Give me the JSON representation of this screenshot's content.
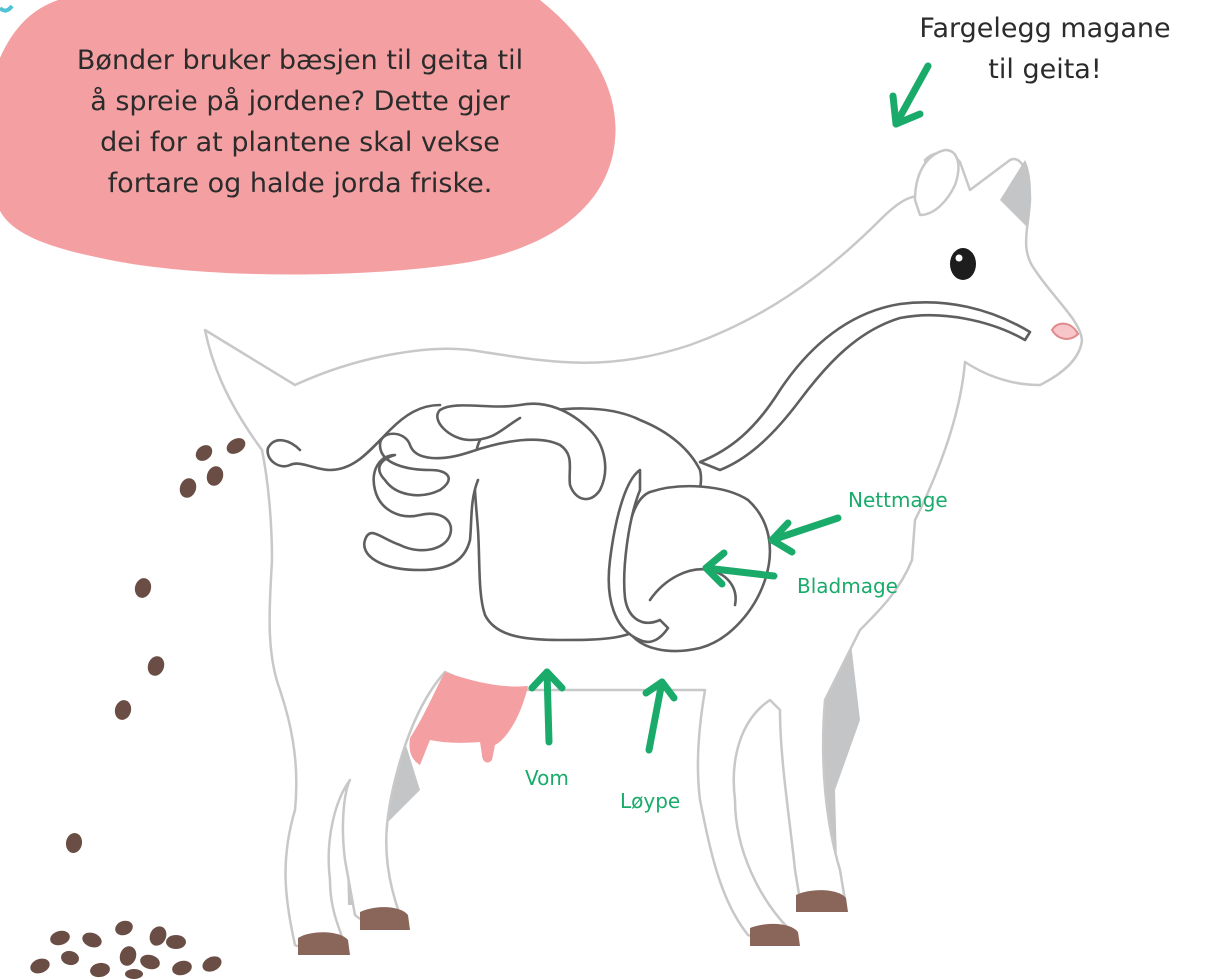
{
  "fact_bubble": {
    "lines": [
      "Bønder bruker bæsjen til geita til",
      "å spreie på jordene? Dette gjer",
      "dei for at plantene skal vekse",
      "fortare og halde jorda friske."
    ],
    "color": "#f4a0a2"
  },
  "instruction": {
    "lines": [
      "Fargelegg magane",
      "til geita!"
    ]
  },
  "organ_labels": {
    "nettmage": "Nettmage",
    "bladmage": "Bladmage",
    "vom": "Vom",
    "loype": "Løype"
  },
  "colors": {
    "arrow": "#1aab6b",
    "udder": "#f4a0a2",
    "outline": "#c8c8c8",
    "hoof": "#8a665a",
    "droppings": "#6a4e45"
  }
}
